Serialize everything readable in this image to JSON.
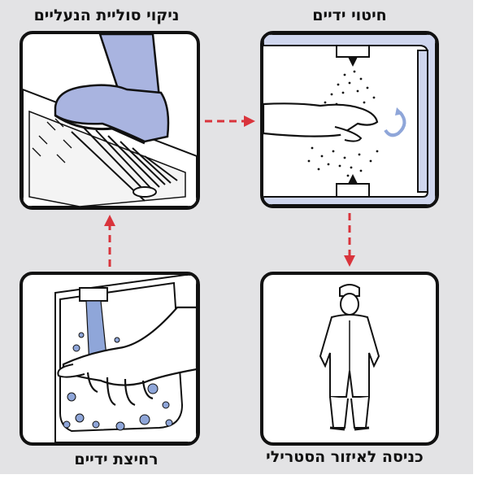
{
  "steps": {
    "shoe_cleaning": {
      "title": "ניקוי סוליית הנעליים"
    },
    "hand_disinfection": {
      "title": "חיטוי ידיים"
    },
    "hand_washing": {
      "title": "רחיצת ידיים"
    },
    "sterile_entry": {
      "title": "כניסה לאיזור הסטרילי"
    }
  },
  "colors": {
    "background": "#e3e3e5",
    "arrow": "#d9343c",
    "accent": "#a9b4e0",
    "water": "#8fa6d9"
  }
}
